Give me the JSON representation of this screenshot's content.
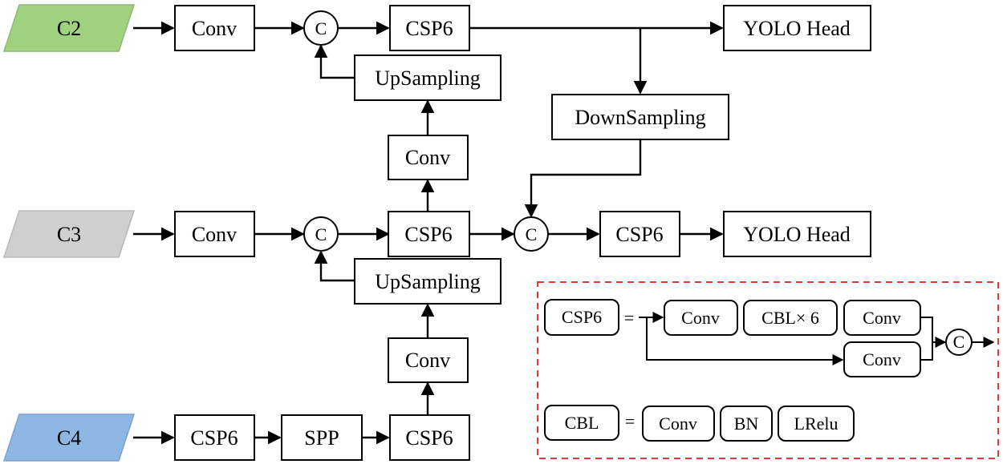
{
  "inputs": {
    "c2": "C2",
    "c3": "C3",
    "c4": "C4"
  },
  "colors": {
    "c2_fill": "#9fd17f",
    "c3_fill": "#cfcfcf",
    "c4_fill": "#8fb7e3",
    "legend_border": "#e23a3a"
  },
  "blocks": {
    "conv": "Conv",
    "csp6": "CSP6",
    "spp": "SPP",
    "upsampling": "UpSampling",
    "downsampling": "DownSampling",
    "yolo_head": "YOLO Head",
    "concat": "C"
  },
  "legend": {
    "csp6_name": "CSP6",
    "equals": "=",
    "conv": "Conv",
    "cbl_x6": "CBL× 6",
    "concat": "C",
    "cbl_name": "CBL",
    "bn": "BN",
    "lrelu": "LRelu"
  }
}
